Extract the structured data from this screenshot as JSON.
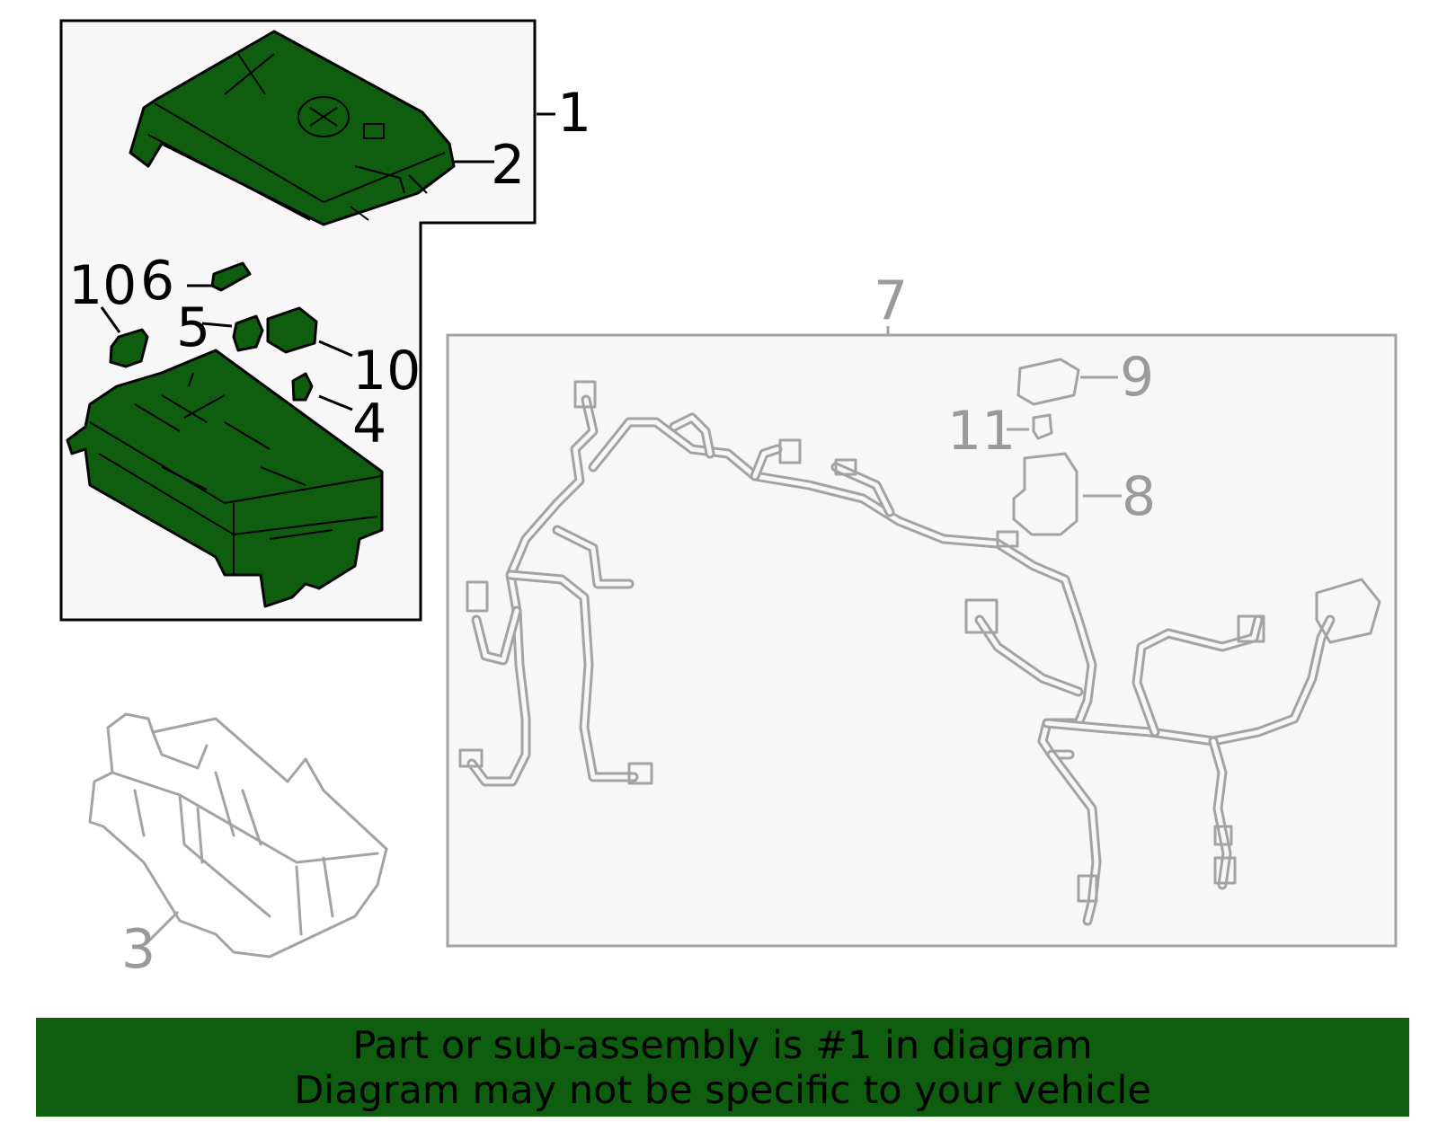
{
  "callouts": {
    "c1": "1",
    "c2": "2",
    "c3": "3",
    "c4": "4",
    "c5": "5",
    "c6": "6",
    "c7": "7",
    "c8": "8",
    "c9": "9",
    "c10a": "10",
    "c10b": "10",
    "c11": "11"
  },
  "banner": {
    "line1": "Part or sub-assembly is #1 in diagram",
    "line2": "Diagram may not be specific to your vehicle"
  },
  "colors": {
    "highlight_green": "#0f5d0f",
    "outline_grey": "#a3a3a3",
    "box_background": "#f7f7f7"
  }
}
